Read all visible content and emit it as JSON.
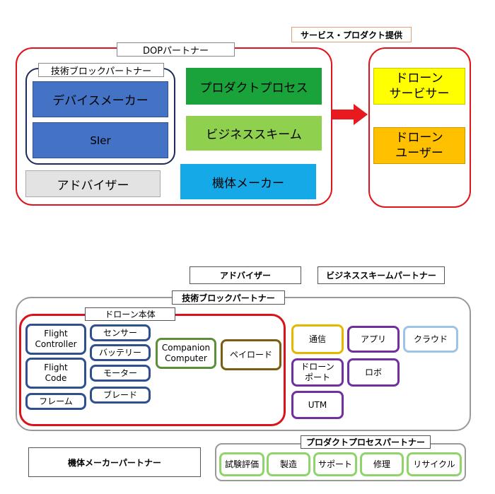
{
  "top": {
    "service_label": "サービス・プロダクト提供",
    "dop_label": "DOPパートナー",
    "tech_block_label": "技術ブロックパートナー",
    "device_maker": "デバイスメーカー",
    "sier": "SIer",
    "advisor": "アドバイザー",
    "product_process": "プロダクトプロセス",
    "business_scheme": "ビジネススキーム",
    "airframe_maker": "機体メーカー",
    "drone_service_line1": "ドローン",
    "drone_service_line2": "サービサー",
    "drone_user_line1": "ドローン",
    "drone_user_line2": "ユーザー",
    "colors": {
      "frame_red": "#e0141b",
      "tech_navy": "#1f2a5c",
      "device_blue": "#4472c4",
      "advisor_gray": "#e3e3e3",
      "product_green": "#1aa33b",
      "business_lightgreen": "#8fd04f",
      "airframe_sky": "#16a9e8",
      "servicer_yellow": "#ffff00",
      "user_orange": "#ffc000",
      "arrow_red": "#e8191f"
    }
  },
  "bottom": {
    "advisor_label": "アドバイザー",
    "business_partner_label": "ビジネススキームパートナー",
    "tech_block_partner_label": "技術ブロックパートナー",
    "drone_body_label": "ドローン本体",
    "flight_controller_line1": "Flight",
    "flight_controller_line2": "Controller",
    "flight_code_line1": "Flight",
    "flight_code_line2": "Code",
    "frame": "フレーム",
    "sensor": "センサー",
    "battery": "バッテリー",
    "motor": "モーター",
    "blade": "ブレード",
    "companion_line1": "Companion",
    "companion_line2": "Computer",
    "payload": "ペイロード",
    "comm": "通信",
    "app": "アプリ",
    "cloud": "クラウド",
    "drone_port_line1": "ドローン",
    "drone_port_line2": "ポート",
    "robot": "ロボ",
    "utm": "UTM",
    "airframe_partner_label": "機体メーカーパートナー",
    "product_process_partner_label": "プロダクトプロセスパートナー",
    "process_steps": [
      "試験評価",
      "製造",
      "サポート",
      "修理",
      "リサイクル"
    ]
  }
}
